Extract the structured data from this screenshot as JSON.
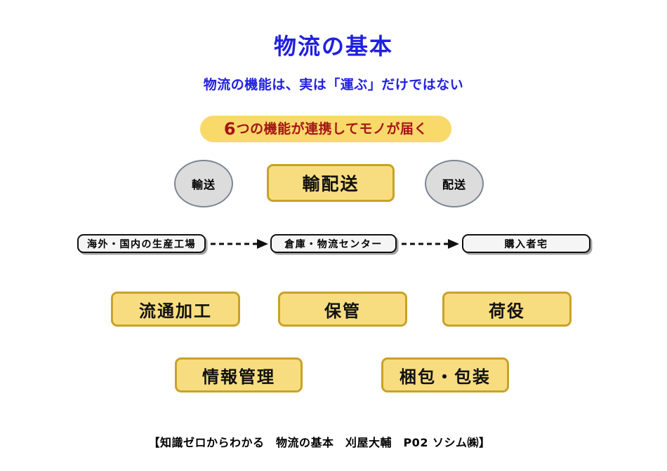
{
  "slide": {
    "title": "物流の基本",
    "subtitle": "物流の機能は、実は「運ぶ」だけではない",
    "title_color": "#2020E0",
    "background_color": "#FFFFFF"
  },
  "banner": {
    "number": "6",
    "text": "つの機能が連携してモノが届く",
    "full_text": "6つの機能が連携してモノが届く",
    "fill_color": "#F8D96A",
    "text_color": "#A51414"
  },
  "transport_row": {
    "left_ellipse": "輸送",
    "center_box": "輸配送",
    "right_ellipse": "配送",
    "ellipse_fill": "#DCDCDC",
    "ellipse_border": "#7C8694",
    "box_fill": "#F8DD80",
    "box_border": "#C9A227"
  },
  "flow": {
    "steps": [
      {
        "label": "海外・国内の生産工場"
      },
      {
        "label": "倉庫・物流センター"
      },
      {
        "label": "購入者宅"
      }
    ],
    "connectors": [
      {
        "name": "dashed-arrow-1",
        "style": "dashed",
        "direction": "right"
      },
      {
        "name": "dashed-arrow-2",
        "style": "dashed",
        "direction": "right"
      }
    ],
    "box_fill": "#F5F5F5",
    "box_border": "#111111"
  },
  "functions": {
    "row1": [
      {
        "label": "流通加工"
      },
      {
        "label": "保管"
      },
      {
        "label": "荷役"
      }
    ],
    "row2": [
      {
        "label": "情報管理"
      },
      {
        "label": "梱包・包装"
      }
    ],
    "fill_color": "#F8DD80",
    "border_color": "#C9A227"
  },
  "footer": {
    "text": "【知識ゼロからわかる　物流の基本　刈屋大輔　P02 ソシム㈱】"
  }
}
